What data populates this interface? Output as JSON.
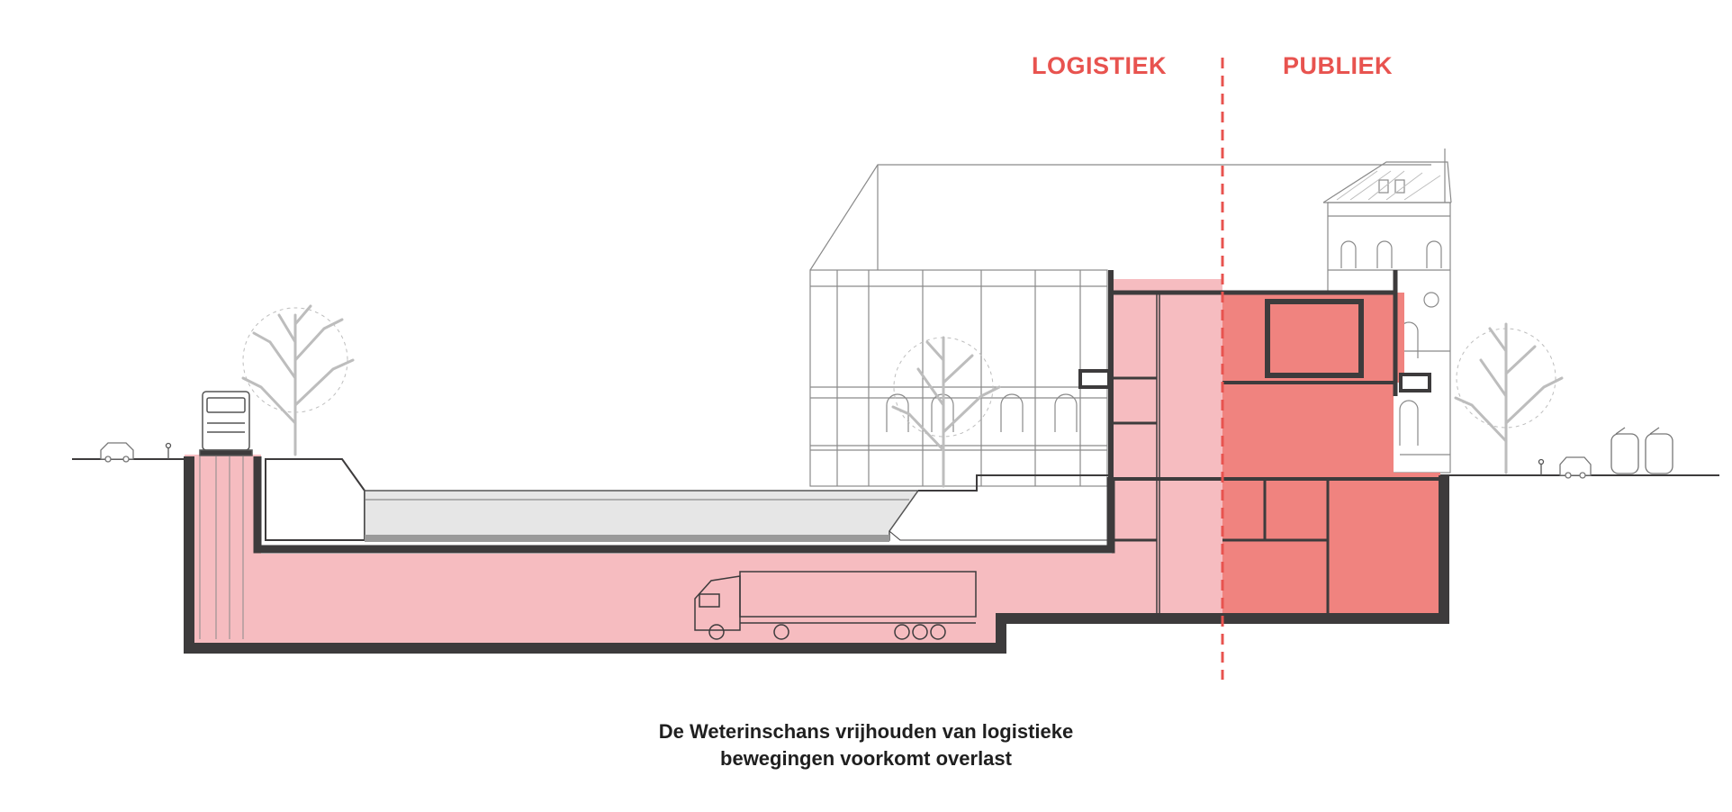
{
  "labels": {
    "logistiek": "LOGISTIEK",
    "publiek": "PUBLIEK"
  },
  "caption": {
    "line1": "De Weterinschans vrijhouden van logistieke",
    "line2": "bewegingen voorkomt overlast"
  },
  "colors": {
    "accent": "#e8534f",
    "logistics_fill": "#f6bcc0",
    "public_fill": "#f0837f",
    "structure": "#3d3b3c",
    "outline": "#8a8a8a",
    "tree": "#bdbdbd"
  },
  "icons": [
    "tree-icon",
    "truck-icon",
    "car-icon",
    "tram-icon",
    "street-lamp-icon"
  ]
}
